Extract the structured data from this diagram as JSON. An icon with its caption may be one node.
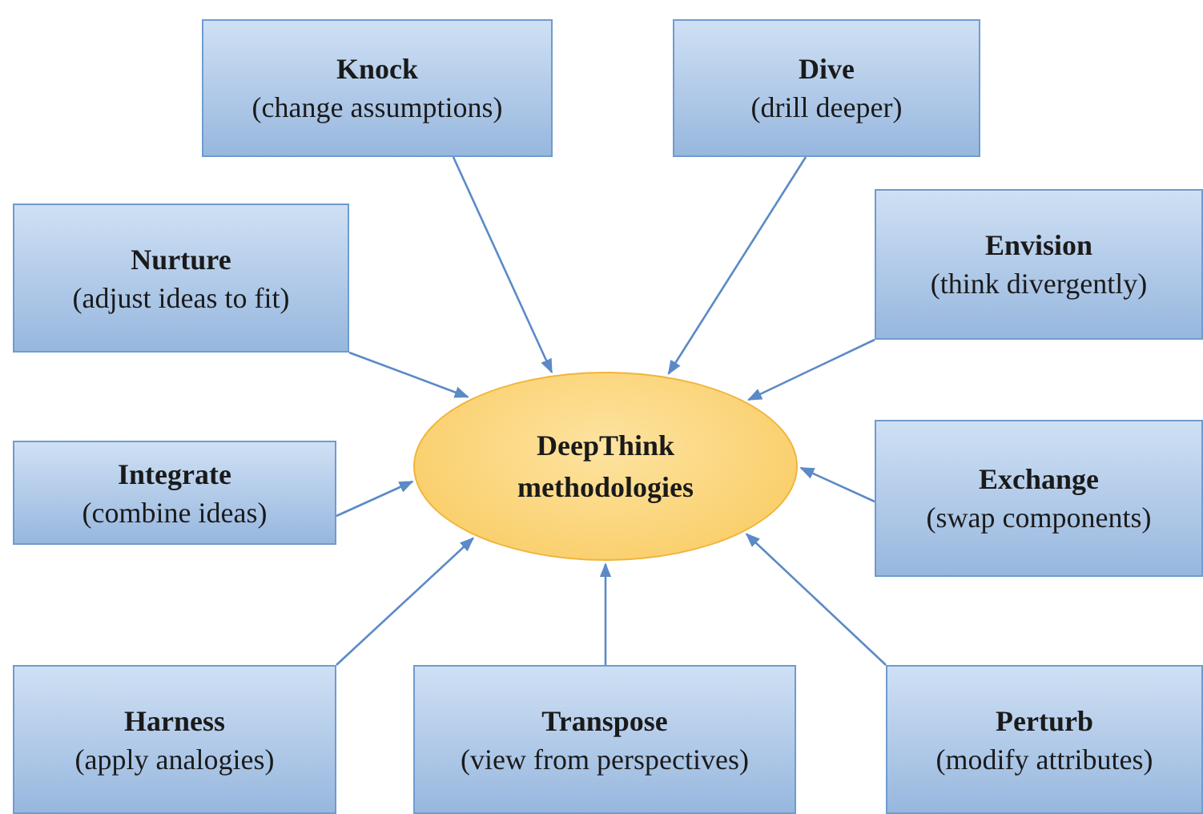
{
  "diagram": {
    "nodes": [
      {
        "text": [
          "Knock",
          "(change assumptions)"
        ]
      },
      {
        "text": [
          "Dive",
          "(drill deeper)"
        ]
      },
      {
        "text": [
          "Nurture",
          "(adjust ideas to fit)"
        ]
      },
      {
        "text": [
          "Envision",
          "(think divergently)"
        ]
      },
      {
        "text": [
          "DeepThink methodologies"
        ]
      },
      {
        "text": [
          "Integrate",
          "(combine ideas)"
        ]
      },
      {
        "text": [
          "Exchange",
          "(swap components)"
        ]
      },
      {
        "text": [
          "Harness",
          "(apply analogies)"
        ]
      },
      {
        "text": [
          "Transpose",
          "(view from perspectives)"
        ]
      },
      {
        "text": [
          "Perturb",
          "(modify attributes)"
        ]
      }
    ],
    "edges": [
      {
        "from": 0,
        "to": 4,
        "arrow": "to"
      },
      {
        "from": 1,
        "to": 4,
        "arrow": "to"
      },
      {
        "from": 2,
        "to": 4,
        "arrow": "to"
      },
      {
        "from": 3,
        "to": 4,
        "arrow": "to"
      },
      {
        "from": 5,
        "to": 4,
        "arrow": "to"
      },
      {
        "from": 6,
        "to": 4,
        "arrow": "to"
      },
      {
        "from": 7,
        "to": 4,
        "arrow": "to"
      },
      {
        "from": 8,
        "to": 4,
        "arrow": "to"
      },
      {
        "from": 9,
        "to": 4,
        "arrow": "to"
      }
    ]
  }
}
